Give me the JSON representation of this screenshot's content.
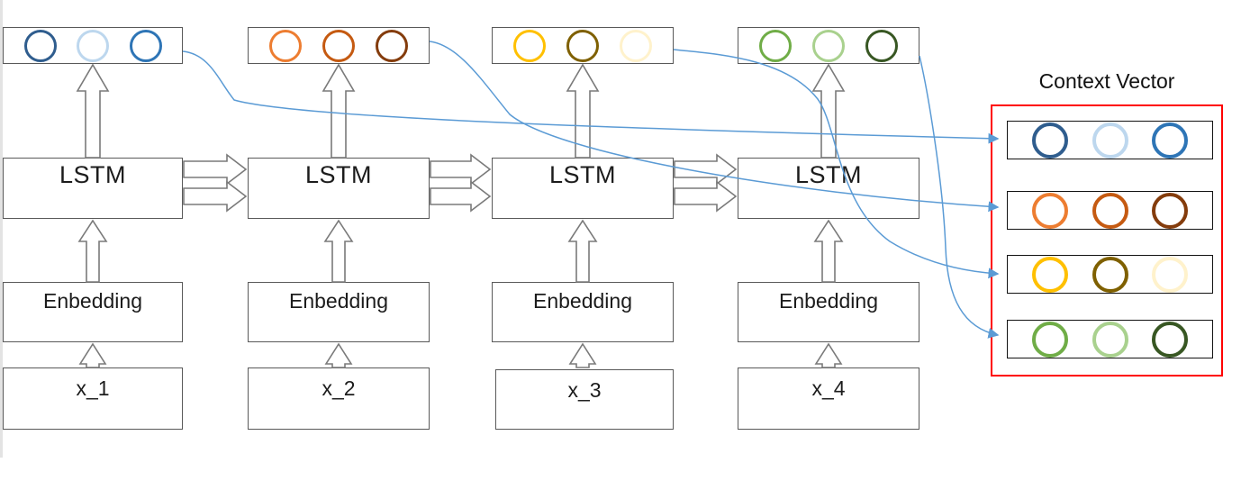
{
  "columns": [
    {
      "input_label": "x_1",
      "embedding_label": "Enbedding",
      "lstm_label": "LSTM",
      "hidden_state_colors": [
        "#2F5D8E",
        "#BDD7EE",
        "#2E75B6"
      ]
    },
    {
      "input_label": "x_2",
      "embedding_label": "Enbedding",
      "lstm_label": "LSTM",
      "hidden_state_colors": [
        "#ED7D31",
        "#C55A11",
        "#843C0C"
      ]
    },
    {
      "input_label": "x_3",
      "embedding_label": "Enbedding",
      "lstm_label": "LSTM",
      "hidden_state_colors": [
        "#FFC000",
        "#7F6000",
        "#FFF2CC"
      ]
    },
    {
      "input_label": "x_4",
      "embedding_label": "Enbedding",
      "lstm_label": "LSTM",
      "hidden_state_colors": [
        "#70AD47",
        "#A9D18E",
        "#385723"
      ]
    }
  ],
  "context_vector": {
    "label": "Context Vector",
    "rows": [
      {
        "colors": [
          "#2F5D8E",
          "#BDD7EE",
          "#2E75B6"
        ]
      },
      {
        "colors": [
          "#ED7D31",
          "#C55A11",
          "#843C0C"
        ]
      },
      {
        "colors": [
          "#FFC000",
          "#7F6000",
          "#FFF2CC"
        ]
      },
      {
        "colors": [
          "#70AD47",
          "#A9D18E",
          "#385723"
        ]
      }
    ]
  },
  "colors": {
    "connector_line": "#5B9BD5",
    "box_border": "#595959",
    "context_frame": "#FF0000",
    "row_border": "#111111"
  }
}
